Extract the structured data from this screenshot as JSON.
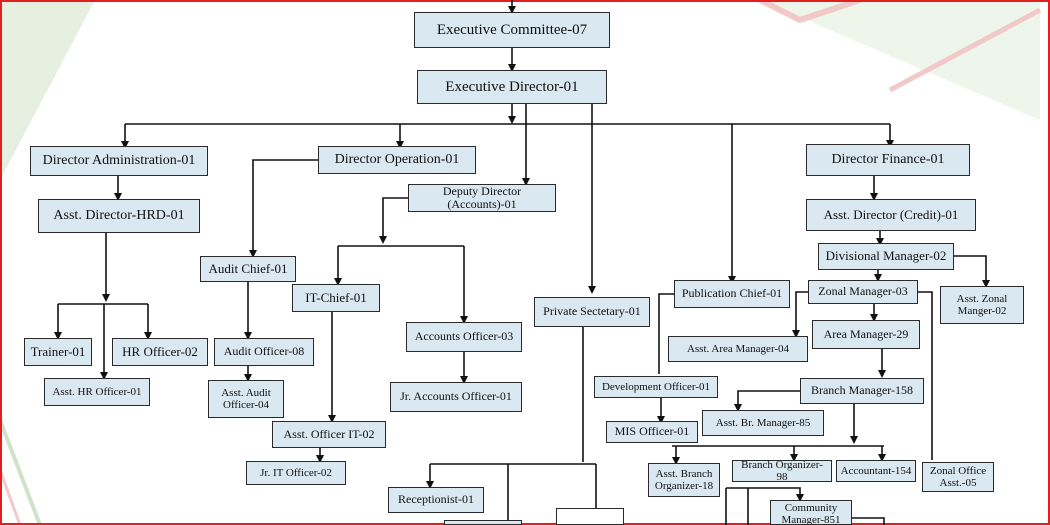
{
  "colors": {
    "box_fill": "#d9e8f1",
    "box_border": "#2a2a2a",
    "connector": "#111111",
    "frame_red": "#e02020",
    "decor_green": "#cfe3c8",
    "decor_red": "#f4c8c8"
  },
  "boxes": {
    "executive_committee": "Executive Committee-07",
    "executive_director": "Executive Director-01",
    "director_administration": "Director Administration-01",
    "director_operation": "Director Operation-01",
    "director_finance": "Director Finance-01",
    "asst_director_hrd": "Asst. Director-HRD-01",
    "deputy_director_accounts": "Deputy Director (Accounts)-01",
    "asst_director_credit": "Asst. Director (Credit)-01",
    "divisional_manager": "Divisional Manager-02",
    "audit_chief": "Audit Chief-01",
    "it_chief": "IT-Chief-01",
    "private_secretary": "Private Sectetary-01",
    "publication_chief": "Publication Chief-01",
    "zonal_manager": "Zonal Manager-03",
    "asst_zonal_manager": "Asst. Zonal Manger-02",
    "trainer": "Trainer-01",
    "hr_officer": "HR Officer-02",
    "asst_hr_officer": "Asst. HR Officer-01",
    "audit_officer": "Audit Officer-08",
    "asst_audit_officer": "Asst. Audit Officer-04",
    "accounts_officer": "Accounts Officer-03",
    "jr_accounts_officer": "Jr. Accounts Officer-01",
    "asst_area_manager": "Asst. Area Manager-04",
    "area_manager": "Area Manager-29",
    "development_officer": "Development Officer-01",
    "branch_manager": "Branch Manager-158",
    "mis_officer": "MIS Officer-01",
    "asst_br_manager": "Asst. Br. Manager-85",
    "asst_officer_it": "Asst. Officer IT-02",
    "jr_it_officer": "Jr. IT Officer-02",
    "asst_branch_organizer": "Asst. Branch Organizer-18",
    "branch_organizer": "Branch Organizer-98",
    "accountant": "Accountant-154",
    "zonal_office_asst": "Zonal Office Asst.-05",
    "receptionist": "Receptionist-01",
    "community_manager": "Community Manager-851"
  }
}
